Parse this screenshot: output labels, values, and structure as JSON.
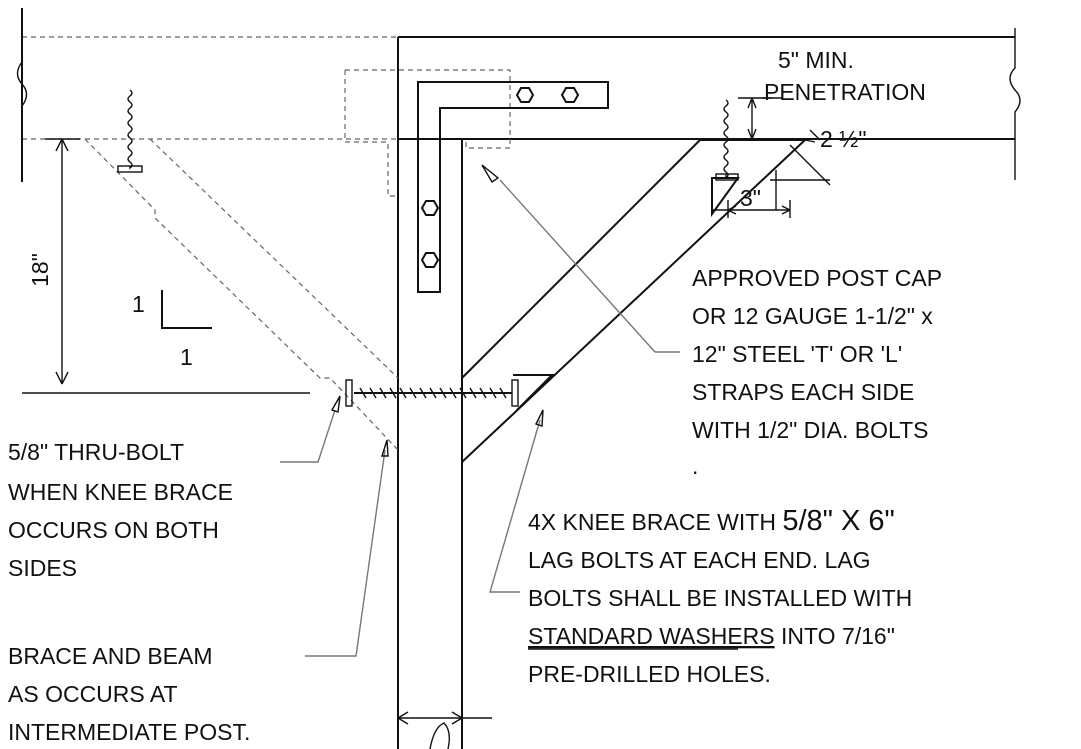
{
  "dimensions": {
    "penetration_line1": "5\" MIN.",
    "penetration_line2": "PENETRATION",
    "two_half": "2 ½\"",
    "three": "3\"",
    "eighteen": "18\"",
    "slope_rise": "1",
    "slope_run": "1"
  },
  "notes": {
    "post_cap": [
      "APPROVED POST CAP",
      "OR 12 GAUGE 1-1/2\" x",
      "12\" STEEL  'T'  OR  'L'",
      "STRAPS  EACH SIDE",
      "WITH 1/2\" DIA. BOLTS",
      "."
    ],
    "thru_bolt": [
      "5/8\" THRU-BOLT",
      "WHEN KNEE BRACE",
      "OCCURS ON BOTH",
      "SIDES"
    ],
    "knee_brace_prefix": "4X KNEE BRACE WITH ",
    "knee_brace_size": "5/8\" X 6\"",
    "knee_brace_rest": [
      "LAG BOLTS AT EACH END.  LAG",
      "BOLTS SHALL BE INSTALLED WITH"
    ],
    "washers_underlined": "STANDARD WASHERS",
    "washers_rest": " INTO 7/16\"",
    "knee_brace_last": "PRE-DRILLED HOLES.",
    "brace_beam": [
      "BRACE AND BEAM",
      "AS OCCURS AT",
      "INTERMEDIATE POST."
    ]
  }
}
